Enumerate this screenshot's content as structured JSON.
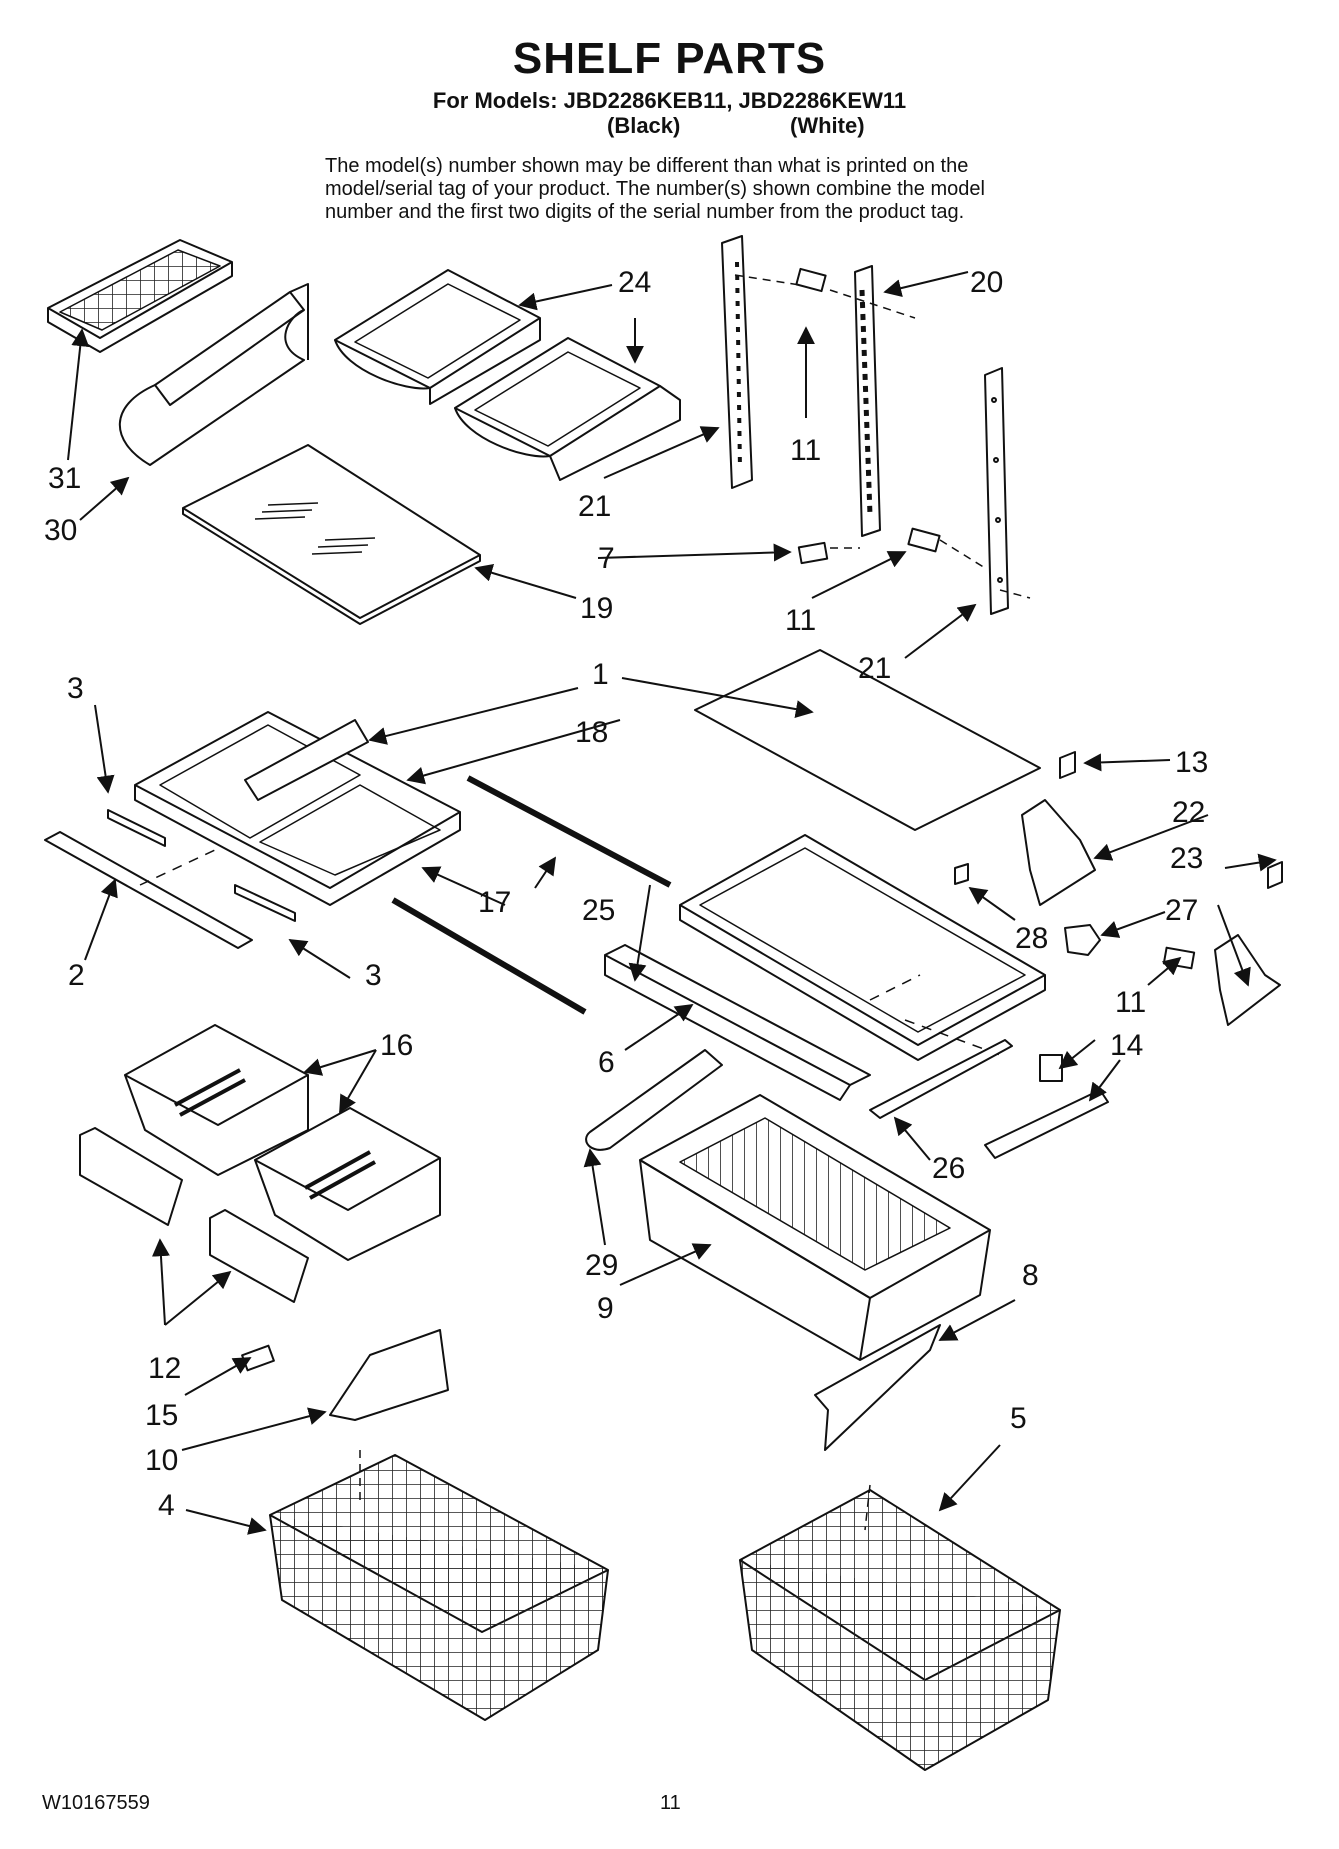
{
  "header": {
    "title": "SHELF PARTS",
    "models_line": "For Models: JBD2286KEB11, JBD2286KEW11",
    "variant_black": "(Black)",
    "variant_white": "(White)",
    "note_lines": [
      "The model(s) number shown may be different than what is printed on the",
      "model/serial tag of your product. The number(s) shown combine the model",
      "number and the first two digits of the serial number from the product tag."
    ]
  },
  "callouts": {
    "p31": "31",
    "p30": "30",
    "p24": "24",
    "p20": "20",
    "p11a": "11",
    "p21a": "21",
    "p7": "7",
    "p11b": "11",
    "p19": "19",
    "p21b": "21",
    "p1": "1",
    "p18": "18",
    "p3a": "3",
    "p13": "13",
    "p22": "22",
    "p23": "23",
    "p17": "17",
    "p25": "25",
    "p27": "27",
    "p28": "28",
    "p2": "2",
    "p3b": "3",
    "p11c": "11",
    "p14": "14",
    "p16": "16",
    "p6": "6",
    "p26": "26",
    "p29": "29",
    "p9": "9",
    "p8": "8",
    "p12": "12",
    "p15": "15",
    "p10": "10",
    "p4": "4",
    "p5": "5"
  },
  "footer": {
    "doc_number": "W10167559",
    "page_number": "11"
  }
}
